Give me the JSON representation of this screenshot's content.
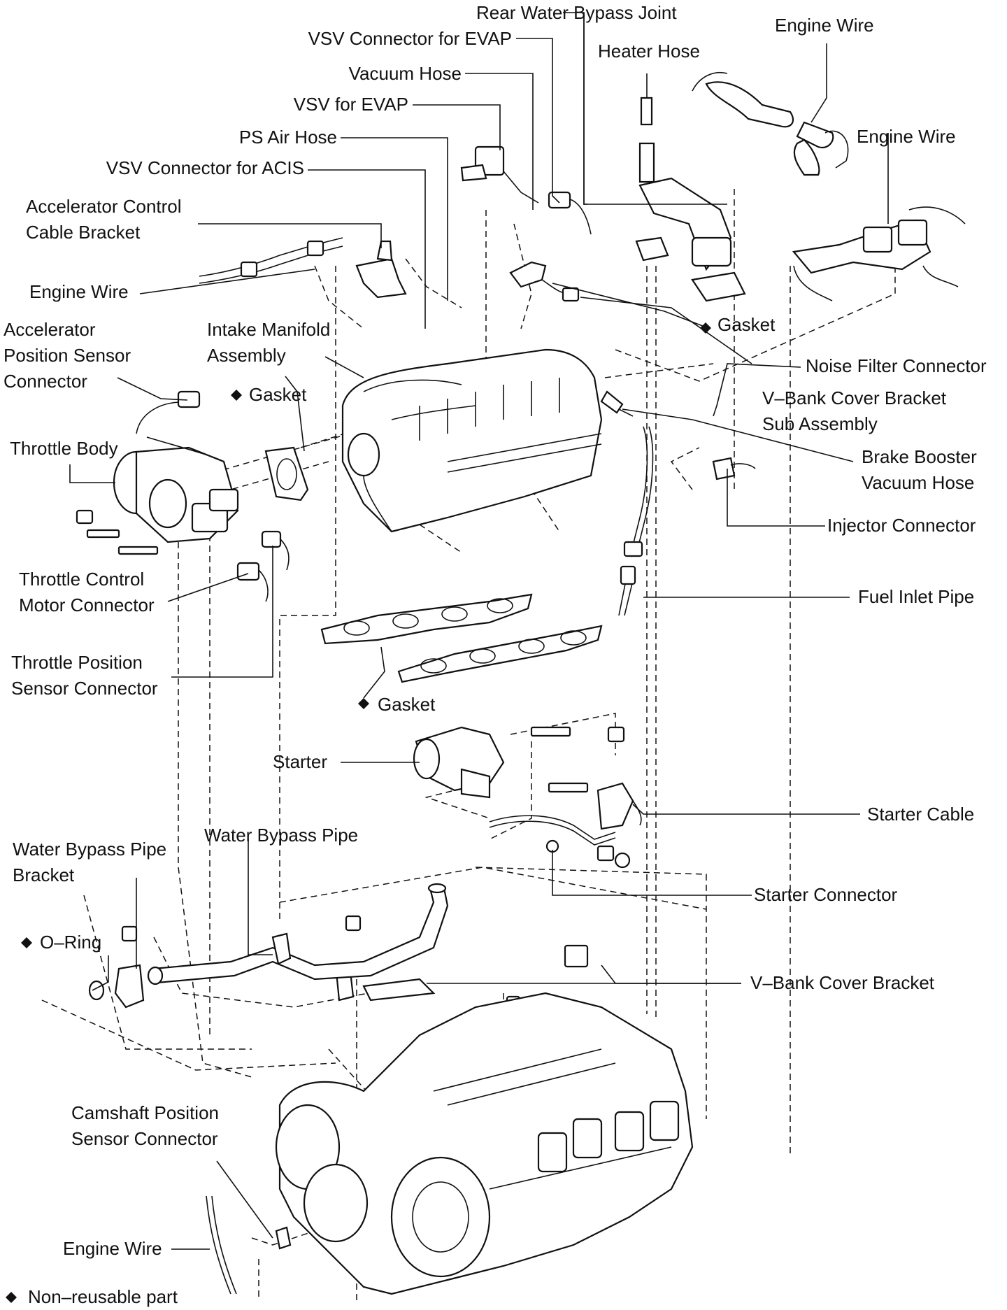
{
  "diagram": {
    "labels": {
      "rear_water_bypass_joint": "Rear Water Bypass Joint",
      "vsv_connector_evap": "VSV Connector for EVAP",
      "engine_wire_top_right": "Engine Wire",
      "heater_hose": "Heater Hose",
      "vacuum_hose": "Vacuum Hose",
      "vsv_evap": "VSV for EVAP",
      "engine_wire_right": "Engine Wire",
      "ps_air_hose": "PS Air Hose",
      "vsv_connector_acis": "VSV Connector for ACIS",
      "accelerator_control_cable_bracket": "Accelerator Control\nCable Bracket",
      "engine_wire_left": "Engine Wire",
      "gasket_top": "Gasket",
      "accelerator_position_sensor_connector": "Accelerator\nPosition Sensor\nConnector",
      "intake_manifold_assembly": "Intake Manifold\nAssembly",
      "noise_filter_connector": "Noise Filter Connector",
      "gasket_throttle": "Gasket",
      "vbank_cover_bracket_sub_assembly": "V–Bank Cover Bracket\nSub Assembly",
      "throttle_body": "Throttle Body",
      "brake_booster_vacuum_hose": "Brake Booster\nVacuum Hose",
      "injector_connector": "Injector Connector",
      "throttle_control_motor_connector": "Throttle Control\nMotor Connector",
      "fuel_inlet_pipe": "Fuel Inlet Pipe",
      "throttle_position_sensor_connector": "Throttle Position\nSensor Connector",
      "gasket_manifold": "Gasket",
      "starter": "Starter",
      "starter_cable": "Starter Cable",
      "water_bypass_pipe": "Water Bypass Pipe",
      "water_bypass_pipe_bracket": "Water Bypass Pipe\nBracket",
      "starter_connector": "Starter Connector",
      "o_ring": "O–Ring",
      "vbank_cover_bracket": "V–Bank Cover Bracket",
      "camshaft_position_sensor_connector": "Camshaft Position\nSensor Connector",
      "engine_wire_bottom": "Engine Wire",
      "legend_text": "Non–reusable part"
    },
    "symbols": {
      "non_reusable": "◆"
    }
  }
}
